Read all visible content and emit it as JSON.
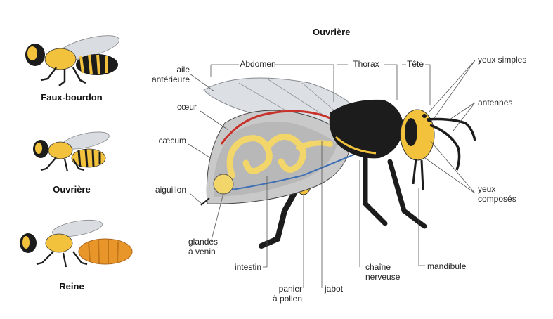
{
  "diagram": {
    "title": "Ouvrière",
    "castes": [
      {
        "id": "drone",
        "label": "Faux-bourdon"
      },
      {
        "id": "worker",
        "label": "Ouvrière"
      },
      {
        "id": "queen",
        "label": "Reine"
      }
    ],
    "labels": {
      "aile_anterieure": "aile\nantérieure",
      "coeur": "cœur",
      "caecum": "cæcum",
      "aiguillon": "aiguillon",
      "glandes_venin": "glandes\nà venin",
      "intestin": "intestin",
      "panier_pollen": "panier\nà pollen",
      "jabot": "jabot",
      "chaine_nerveuse": "chaîne\nnerveuse",
      "mandibule": "mandibule",
      "abdomen": "Abdomen",
      "thorax": "Thorax",
      "tete": "Tête",
      "yeux_simples": "yeux simples",
      "antennes": "antennes",
      "yeux_composes": "yeux\ncomposés"
    },
    "colors": {
      "yellow": "#f2c23c",
      "black": "#1c1c1c",
      "orange": "#e8962a",
      "wing": "#d9dde2",
      "gut": "#f3d66a",
      "heart": "#c8322a",
      "nerve": "#3d6fb5",
      "line": "#555555"
    }
  }
}
